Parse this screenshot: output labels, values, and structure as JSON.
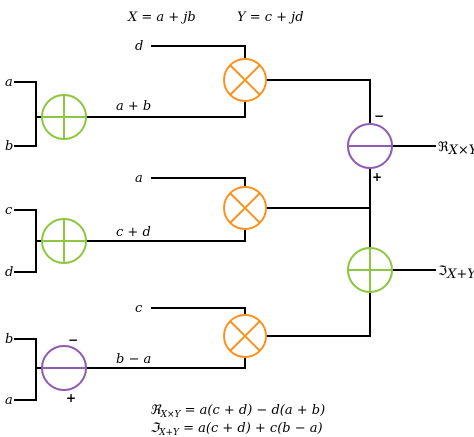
{
  "header": {
    "eq_x": "X = a + jb",
    "eq_y": "Y = c + jd"
  },
  "inputs": {
    "in1_a": "a",
    "in1_b": "b",
    "in2_c": "c",
    "in2_d": "d",
    "in3_b": "b",
    "in3_a": "a",
    "mul1_d": "d",
    "mul2_a": "a",
    "mul3_c": "c"
  },
  "intermediates": {
    "sum_ab": "a + b",
    "sum_cd": "c + d",
    "diff_ba": "b − a"
  },
  "signs": {
    "sub3_minus": "−",
    "sub3_plus": "+",
    "real_minus": "−",
    "real_plus": "+"
  },
  "outputs": {
    "real": "ℜ",
    "real_sub": "X×Y",
    "imag": "ℑ",
    "imag_sub": "X+Y"
  },
  "footer": {
    "real_formula_lhs": "ℜ",
    "real_formula_sub": "X×Y",
    "real_formula_rhs": " = a(c + d) − d(a + b)",
    "imag_formula_lhs": "ℑ",
    "imag_formula_sub": "X+Y",
    "imag_formula_rhs": " = a(c + d) + c(b − a)"
  },
  "colors": {
    "adder": "#8dc63f",
    "multiplier": "#f7941d",
    "subtractor": "#8e5bb5",
    "wire": "#000000"
  }
}
